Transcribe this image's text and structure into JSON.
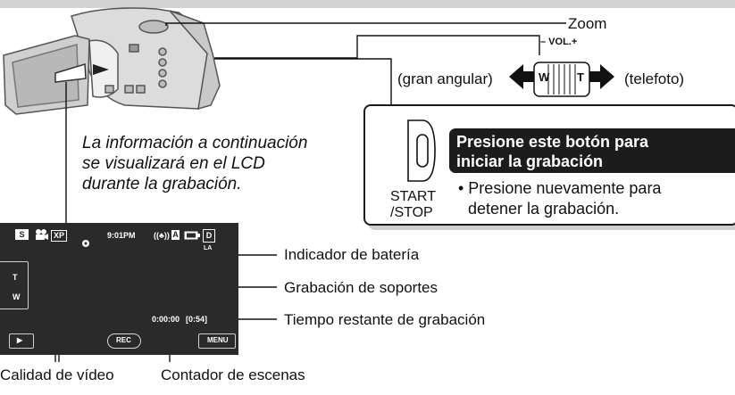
{
  "labels": {
    "zoom": "Zoom",
    "vol": "– VOL.+",
    "wide": "(gran angular)",
    "tele": "(telefoto)",
    "w": "W",
    "t": "T",
    "info_line1": "La información a continuación",
    "info_line2": "se visualizará en el LCD",
    "info_line3": "durante la grabación.",
    "battery": "Indicador de batería",
    "media": "Grabación de soportes",
    "remaining": "Tiempo restante de grabación",
    "quality": "Calidad de vídeo",
    "counter": "Contador de escenas"
  },
  "callout": {
    "highlight_line1": "Presione este botón para",
    "highlight_line2": "iniciar la grabación",
    "bullet_line1": "• Presione nuevamente para",
    "bullet_line2": "detener la grabación.",
    "button_line1": "START",
    "button_line2": "/STOP"
  },
  "lcd": {
    "time": "9:01PM",
    "quality_badge": "XP",
    "media_badge": "A",
    "d_badge": "D",
    "la_text": "LA",
    "zoom_t": "T",
    "zoom_w": "W",
    "counter": "0:00:00",
    "remaining": "[0:54]",
    "rec": "REC",
    "menu": "MENU",
    "play_icon": "▶"
  },
  "colors": {
    "lcd_bg": "#2a2a2a",
    "highlight_bg": "#1c1c1c",
    "topbar": "#d3d3d3"
  }
}
